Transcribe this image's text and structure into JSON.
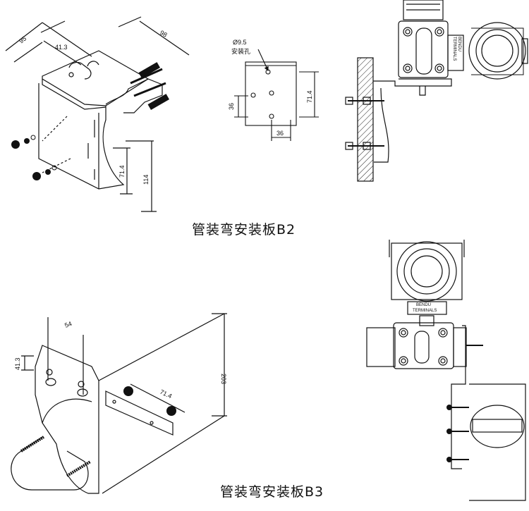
{
  "top_left_drawing": {
    "dim_95": "95",
    "dim_41_3": "41.3",
    "dim_98": "98",
    "dim_71_4": "71.4",
    "dim_114": "114"
  },
  "hole_detail": {
    "hole_diameter": "Ø9.5",
    "hole_label": "安装孔",
    "dim_36_vertical": "36",
    "dim_71_4": "71.4",
    "dim_36_horizontal": "36"
  },
  "top_right_drawing": {
    "brand": "BENDU",
    "terminals": "TERMINALS"
  },
  "bottom_left_drawing": {
    "dim_54": "54",
    "dim_41_3": "41.3",
    "dim_71_4": "71.4",
    "dim_203": "203"
  },
  "bottom_right_drawing": {
    "brand": "BENDU",
    "terminals": "TERMINALS"
  },
  "captions": {
    "b2": "管装弯安装板B2",
    "b3": "管装弯安装板B3"
  }
}
